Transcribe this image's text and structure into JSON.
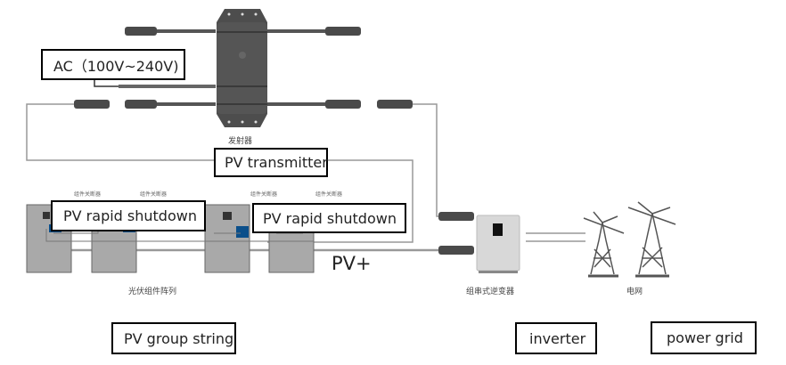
{
  "labels": {
    "ac": "AC（100V~240V)",
    "transmitter_cn": "发射器",
    "pv_transmitter": "PV transmitter",
    "shutdown_cn": "组件关断器",
    "pv_rapid_shutdown_1": "PV rapid shutdown",
    "pv_rapid_shutdown_2": "PV rapid shutdown",
    "pv_plus": "PV+",
    "array_cn": "光伏组件阵列",
    "inverter_cn": "组串式逆变器",
    "grid_cn": "电网",
    "pv_group_string": "PV group string",
    "inverter": "inverter",
    "power_grid": "power grid"
  },
  "colors": {
    "panel": "#a9a9a9",
    "shutdown_module": "#0b4f8a",
    "device": "#4a4a4a",
    "wire": "#8a8a8a"
  }
}
